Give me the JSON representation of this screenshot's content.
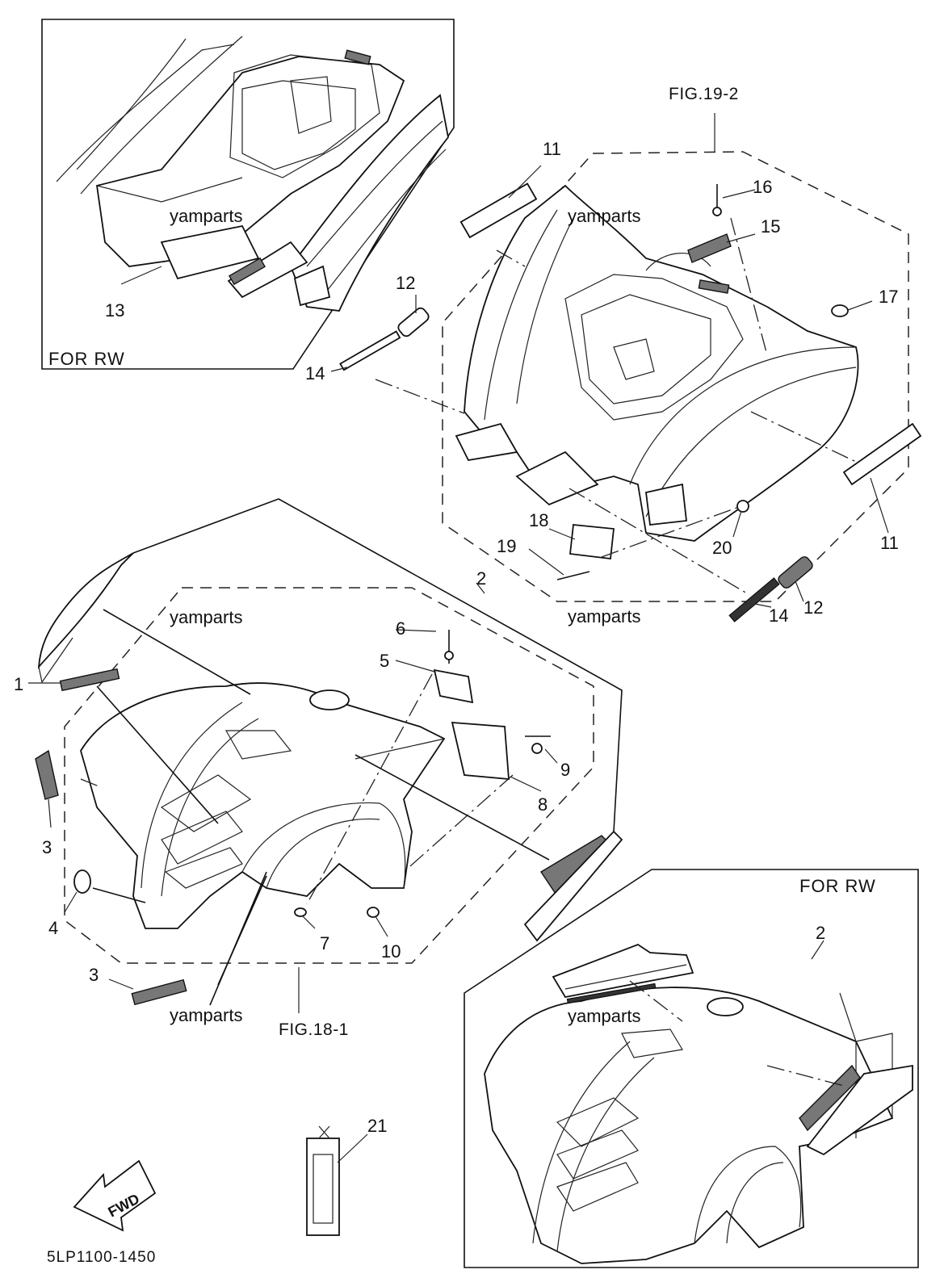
{
  "diagram": {
    "inset_labels": {
      "top_left": "FOR RW",
      "bottom_right": "FOR RW"
    },
    "figure_refs": {
      "rear": "FIG.19-2",
      "front": "FIG.18-1"
    },
    "watermark": "yamparts",
    "drawing_code": "5LP1100-1450",
    "fwd_arrow": "FWD",
    "callouts": {
      "c1": "1",
      "c2": "2",
      "c2b": "2",
      "c3a": "3",
      "c3b": "3",
      "c4": "4",
      "c5": "5",
      "c6": "6",
      "c7": "7",
      "c8": "8",
      "c9": "9",
      "c10": "10",
      "c11a": "11",
      "c11b": "11",
      "c12a": "12",
      "c12b": "12",
      "c13": "13",
      "c14a": "14",
      "c14b": "14",
      "c15": "15",
      "c16": "16",
      "c17": "17",
      "c18": "18",
      "c19": "19",
      "c20": "20",
      "c21": "21"
    }
  }
}
